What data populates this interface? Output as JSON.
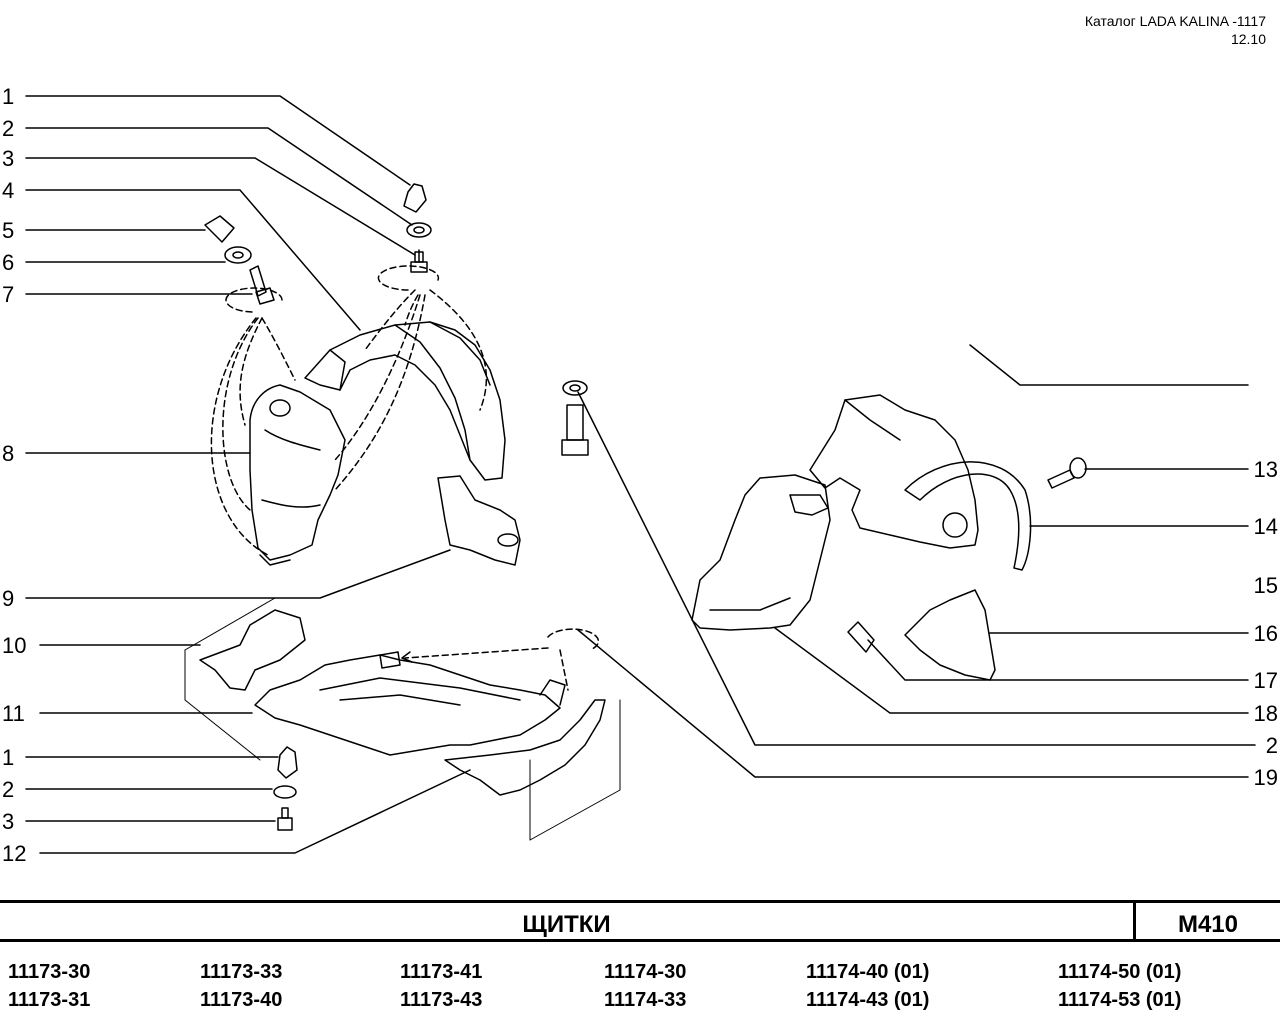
{
  "header": {
    "catalog": "Каталог LADA KALINA -1117",
    "date": "12.10"
  },
  "title": "ЩИТКИ",
  "page_code": "M410",
  "callouts_left": [
    "1",
    "2",
    "3",
    "4",
    "5",
    "6",
    "7",
    "8",
    "9",
    "10",
    "11",
    "1",
    "2",
    "3",
    "12"
  ],
  "callouts_right": [
    "13",
    "14",
    "15",
    "16",
    "17",
    "18",
    "2",
    "19"
  ],
  "model_codes": [
    [
      "11173-30",
      "11173-31"
    ],
    [
      "11173-33",
      "11173-40"
    ],
    [
      "11173-41",
      "11173-43"
    ],
    [
      "11174-30",
      "11174-33"
    ],
    [
      "11174-40 (01)",
      "11174-43 (01)"
    ],
    [
      "11174-50 (01)",
      "11174-53 (01)"
    ]
  ]
}
